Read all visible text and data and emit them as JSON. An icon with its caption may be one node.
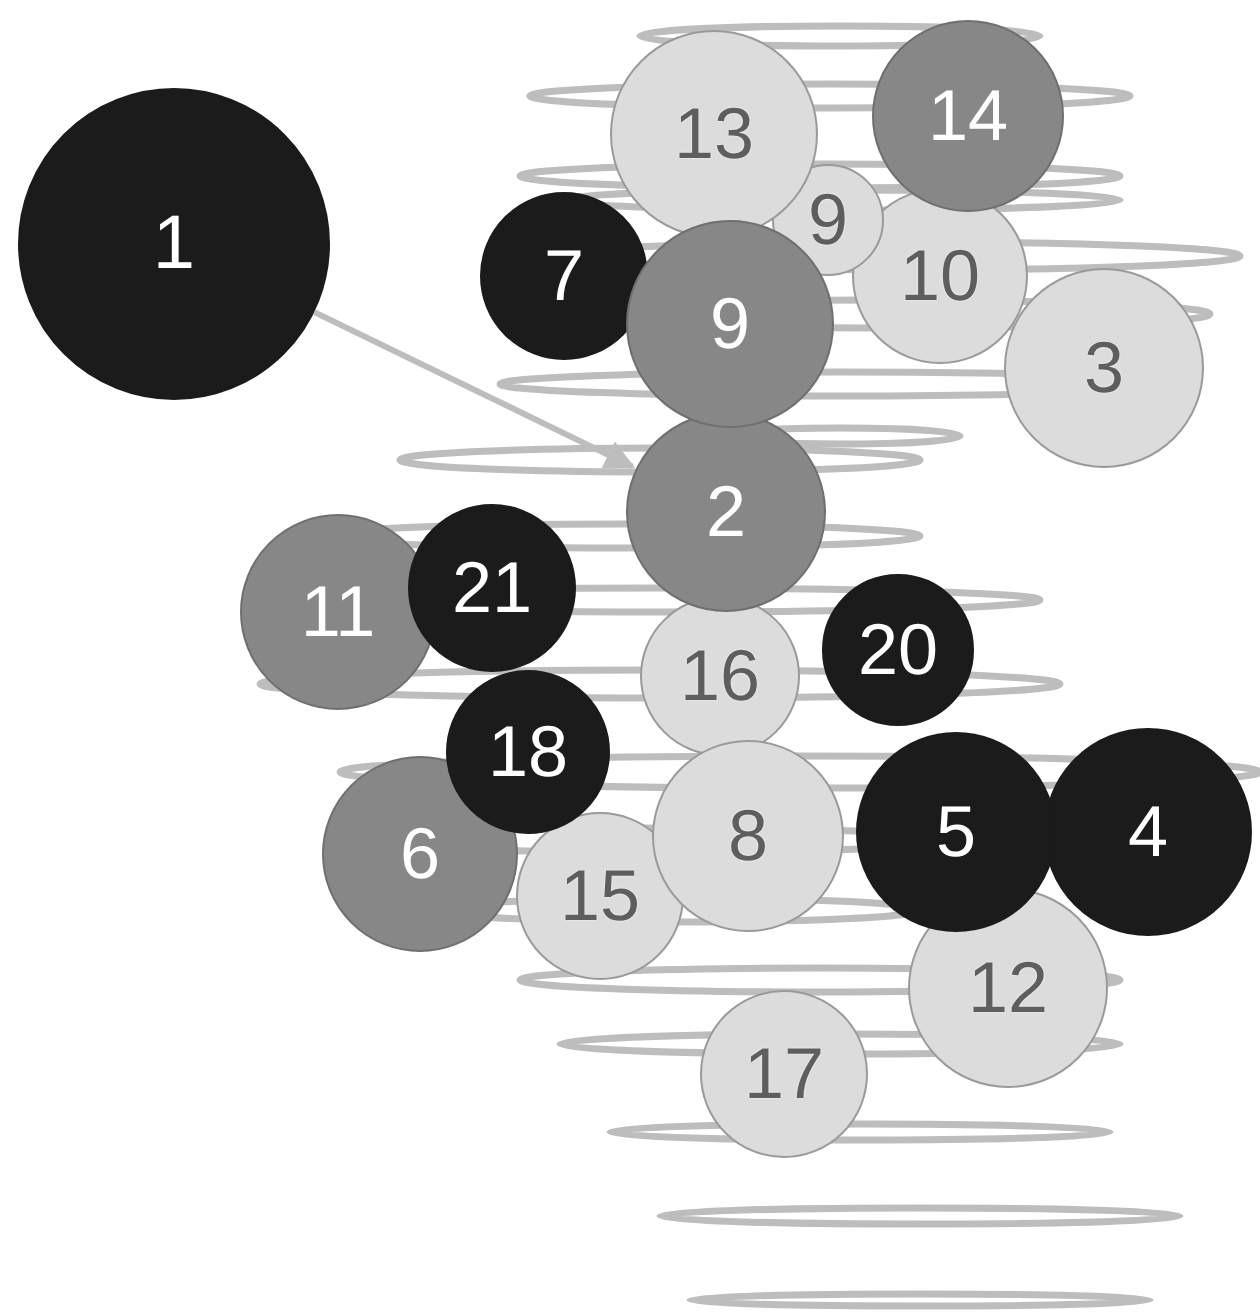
{
  "diagram": {
    "nodes": [
      {
        "text": [
          "1"
        ]
      },
      {
        "text": [
          "2"
        ]
      },
      {
        "text": [
          "3"
        ]
      },
      {
        "text": [
          "4"
        ]
      },
      {
        "text": [
          "5"
        ]
      },
      {
        "text": [
          "6"
        ]
      },
      {
        "text": [
          "7"
        ]
      },
      {
        "text": [
          "8"
        ]
      },
      {
        "text": [
          "9"
        ]
      },
      {
        "text": [
          "10"
        ]
      },
      {
        "text": [
          "11"
        ]
      },
      {
        "text": [
          "12"
        ]
      },
      {
        "text": [
          "13"
        ]
      },
      {
        "text": [
          "14"
        ]
      },
      {
        "text": [
          "15"
        ]
      },
      {
        "text": [
          "16"
        ]
      },
      {
        "text": [
          "17"
        ]
      },
      {
        "text": [
          "18"
        ]
      },
      {
        "text": [
          "9"
        ]
      },
      {
        "text": [
          "20"
        ]
      },
      {
        "text": [
          "21"
        ]
      }
    ],
    "edges": [
      {
        "from": 0,
        "to": 1,
        "arrow": "to"
      }
    ]
  }
}
